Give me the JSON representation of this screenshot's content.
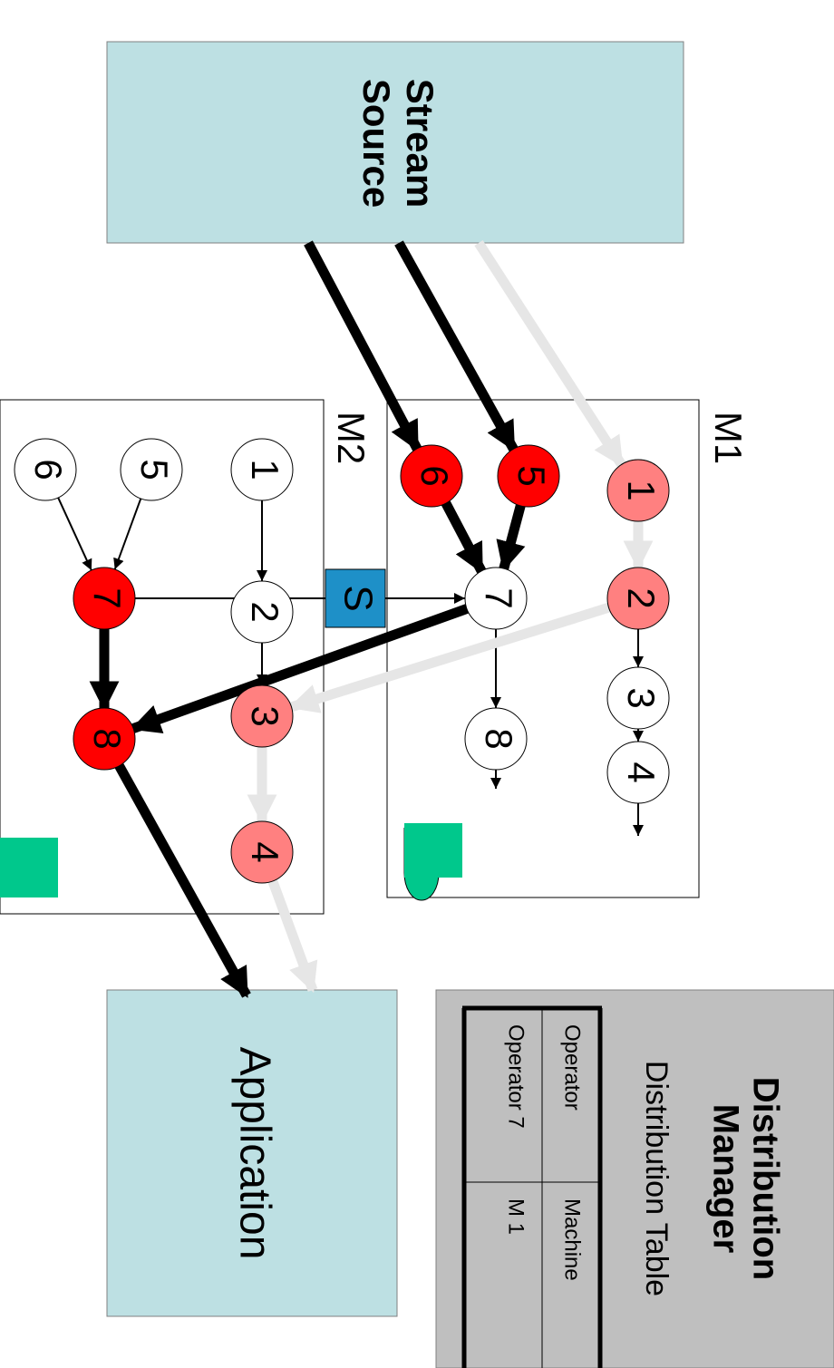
{
  "stream_source": {
    "line1": "Stream",
    "line2": "Source"
  },
  "application": {
    "label": "Application"
  },
  "machine_m1": {
    "label": "M1"
  },
  "machine_m2": {
    "label": "M2"
  },
  "split_marker": {
    "label": "S"
  },
  "operators": [
    {
      "id": "m1-op1",
      "label": "1",
      "state": "light"
    },
    {
      "id": "m1-op2",
      "label": "2",
      "state": "light"
    },
    {
      "id": "m1-op3",
      "label": "3",
      "state": "idle"
    },
    {
      "id": "m1-op4",
      "label": "4",
      "state": "idle"
    },
    {
      "id": "m1-op5",
      "label": "5",
      "state": "heavy"
    },
    {
      "id": "m1-op6",
      "label": "6",
      "state": "heavy"
    },
    {
      "id": "m1-op7",
      "label": "7",
      "state": "idle"
    },
    {
      "id": "m1-op8",
      "label": "8",
      "state": "idle"
    },
    {
      "id": "m2-op1",
      "label": "1",
      "state": "idle"
    },
    {
      "id": "m2-op2",
      "label": "2",
      "state": "idle"
    },
    {
      "id": "m2-op3",
      "label": "3",
      "state": "light"
    },
    {
      "id": "m2-op4",
      "label": "4",
      "state": "light"
    },
    {
      "id": "m2-op5",
      "label": "5",
      "state": "idle"
    },
    {
      "id": "m2-op6",
      "label": "6",
      "state": "idle"
    },
    {
      "id": "m2-op7",
      "label": "7",
      "state": "heavy"
    },
    {
      "id": "m2-op8",
      "label": "8",
      "state": "heavy"
    }
  ],
  "distribution_manager": {
    "title_line1": "Distribution",
    "title_line2": "Manager",
    "table_title": "Distribution Table",
    "table": {
      "headers": [
        "Operator",
        "Machine"
      ],
      "rows": [
        [
          "Operator 7",
          "M 1"
        ]
      ]
    }
  },
  "colors": {
    "box_fill": "#bde0e3",
    "manager_fill": "#bfbfbf",
    "heavy": "#ff0000",
    "light": "#ff8080",
    "idle": "#ffffff",
    "split": "#1e90c8",
    "storage": "#00c88c",
    "light_flow": "#e6e6e6",
    "heavy_flow": "#000000"
  }
}
